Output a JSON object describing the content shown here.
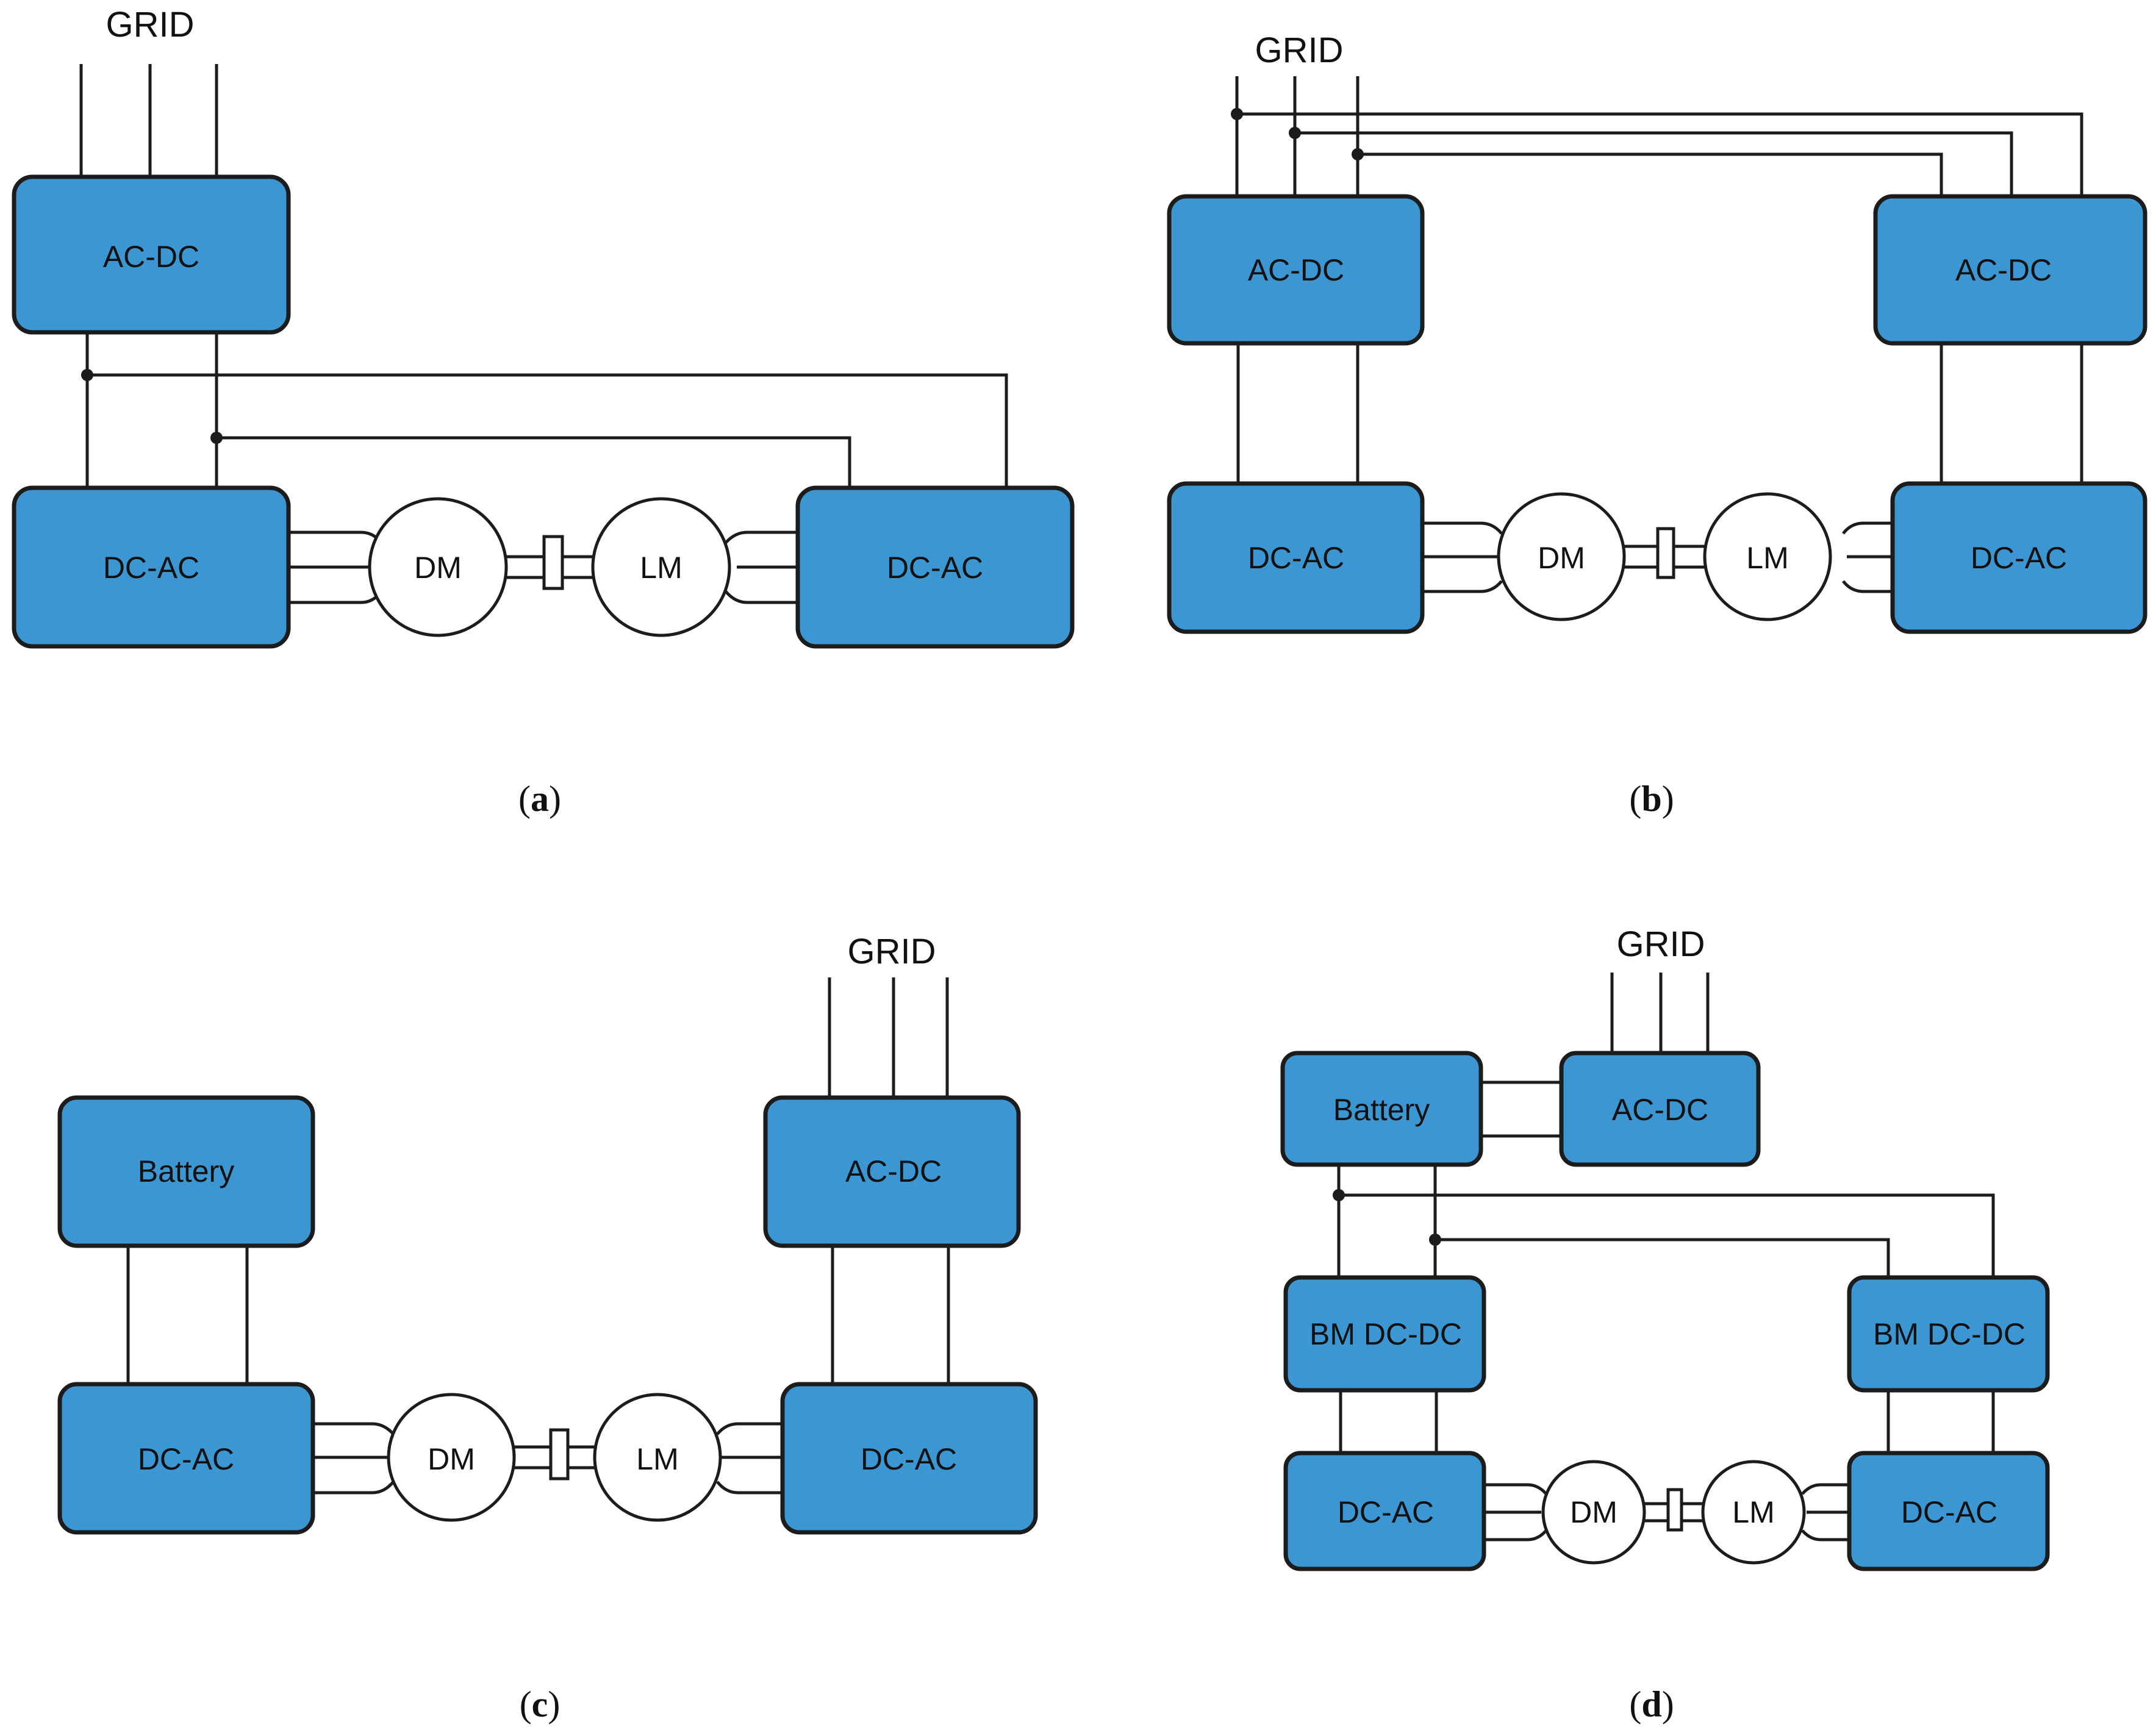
{
  "colors": {
    "block": "#3c96d2",
    "line": "#1c1c1c",
    "background": "#ffffff"
  },
  "panels": {
    "a": {
      "caption_open": "(",
      "caption_letter": "a",
      "caption_close": ")",
      "grid": "GRID",
      "acdc": "AC-DC",
      "dcac_left": "DC-AC",
      "dcac_right": "DC-AC",
      "dm": "DM",
      "lm": "LM"
    },
    "b": {
      "caption_open": "(",
      "caption_letter": "b",
      "caption_close": ")",
      "grid": "GRID",
      "acdc_left": "AC-DC",
      "acdc_right": "AC-DC",
      "dcac_left": "DC-AC",
      "dcac_right": "DC-AC",
      "dm": "DM",
      "lm": "LM"
    },
    "c": {
      "caption_open": "(",
      "caption_letter": "c",
      "caption_close": ")",
      "grid": "GRID",
      "battery": "Battery",
      "acdc": "AC-DC",
      "dcac_left": "DC-AC",
      "dcac_right": "DC-AC",
      "dm": "DM",
      "lm": "LM"
    },
    "d": {
      "caption_open": "(",
      "caption_letter": "d",
      "caption_close": ")",
      "grid": "GRID",
      "battery": "Battery",
      "acdc": "AC-DC",
      "bm_left": "BM DC-DC",
      "bm_right": "BM DC-DC",
      "dcac_left": "DC-AC",
      "dcac_right": "DC-AC",
      "dm": "DM",
      "lm": "LM"
    }
  }
}
